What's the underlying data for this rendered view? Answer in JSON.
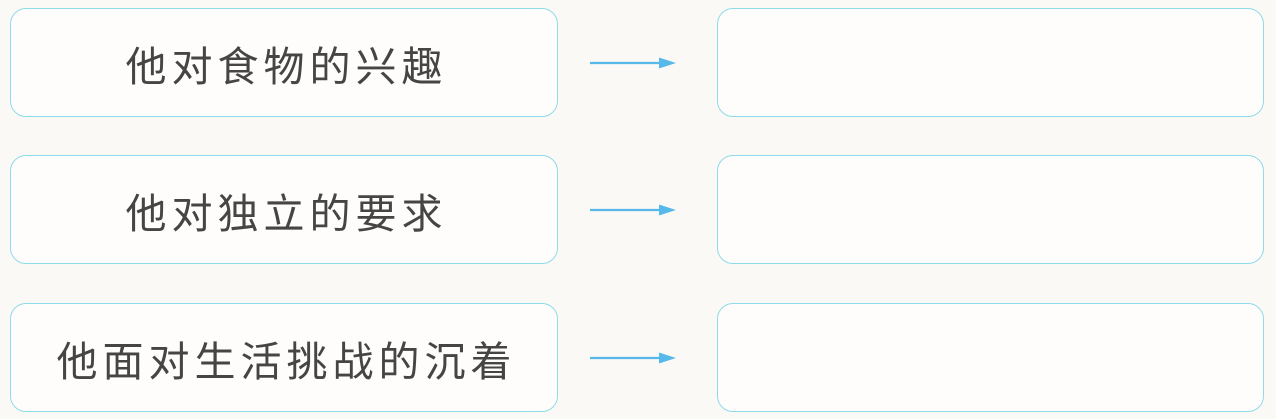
{
  "diagram": {
    "rows": [
      {
        "prompt": "他对食物的兴趣",
        "answer": ""
      },
      {
        "prompt": "他对独立的要求",
        "answer": ""
      },
      {
        "prompt": "他面对生活挑战的沉着",
        "answer": ""
      }
    ]
  },
  "icons": {
    "arrow_right": "→"
  },
  "colors": {
    "page_background": "#fbf9f6",
    "box_border": "#8edbe9",
    "box_background": "#fefdfb",
    "arrow": "#57b9e9",
    "text": "#454543"
  }
}
